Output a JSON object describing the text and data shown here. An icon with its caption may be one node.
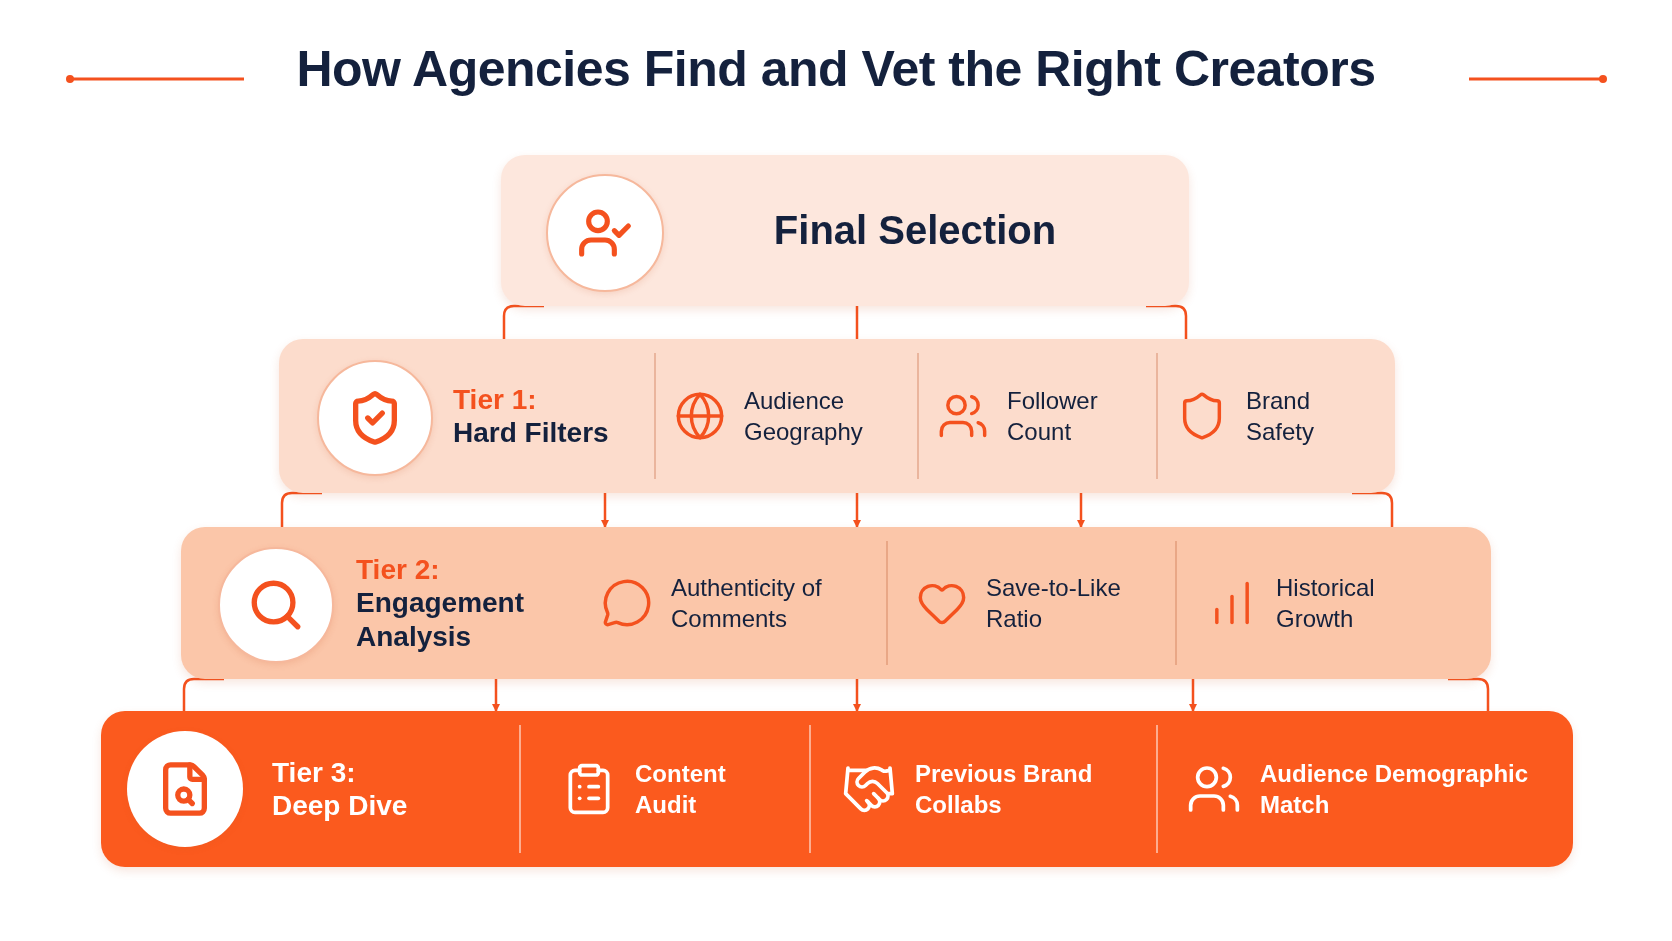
{
  "diagram": {
    "title": "How Agencies Find and Vet the Right Creators",
    "nodes": [
      {
        "text": [
          "Final Selection"
        ]
      },
      {
        "text": [
          "Tier 1:",
          "Hard Filters"
        ]
      },
      {
        "text": [
          "Audience Geography"
        ],
        "in": 1
      },
      {
        "text": [
          "Follower Count"
        ],
        "in": 1
      },
      {
        "text": [
          "Brand Safety"
        ],
        "in": 1
      },
      {
        "text": [
          "Tier 2:",
          "Engagement Analysis"
        ]
      },
      {
        "text": [
          "Authenticity of Comments"
        ],
        "in": 5
      },
      {
        "text": [
          "Save-to-Like Ratio"
        ],
        "in": 5
      },
      {
        "text": [
          "Historical Growth"
        ],
        "in": 5
      },
      {
        "text": [
          "Tier 3:",
          "Deep Dive"
        ]
      },
      {
        "text": [
          "Content Audit"
        ],
        "in": 9
      },
      {
        "text": [
          "Previous Brand Collabs"
        ],
        "in": 9
      },
      {
        "text": [
          "Audience Demographic Match"
        ],
        "in": 9
      }
    ],
    "edges": [
      {
        "from": 0,
        "to": 1,
        "arrow": "none"
      },
      {
        "from": 0,
        "to": 1,
        "arrow": "none"
      },
      {
        "from": 0,
        "to": 1,
        "arrow": "none"
      },
      {
        "from": 1,
        "to": 5,
        "arrow": "none"
      },
      {
        "from": 1,
        "to": 5,
        "arrow": "to"
      },
      {
        "from": 1,
        "to": 5,
        "arrow": "to"
      },
      {
        "from": 1,
        "to": 5,
        "arrow": "to"
      },
      {
        "from": 1,
        "to": 5,
        "arrow": "none"
      },
      {
        "from": 5,
        "to": 9,
        "arrow": "none"
      },
      {
        "from": 5,
        "to": 9,
        "arrow": "to"
      },
      {
        "from": 5,
        "to": 9,
        "arrow": "to"
      },
      {
        "from": 5,
        "to": 9,
        "arrow": "to"
      },
      {
        "from": 5,
        "to": 9,
        "arrow": "none"
      }
    ]
  }
}
